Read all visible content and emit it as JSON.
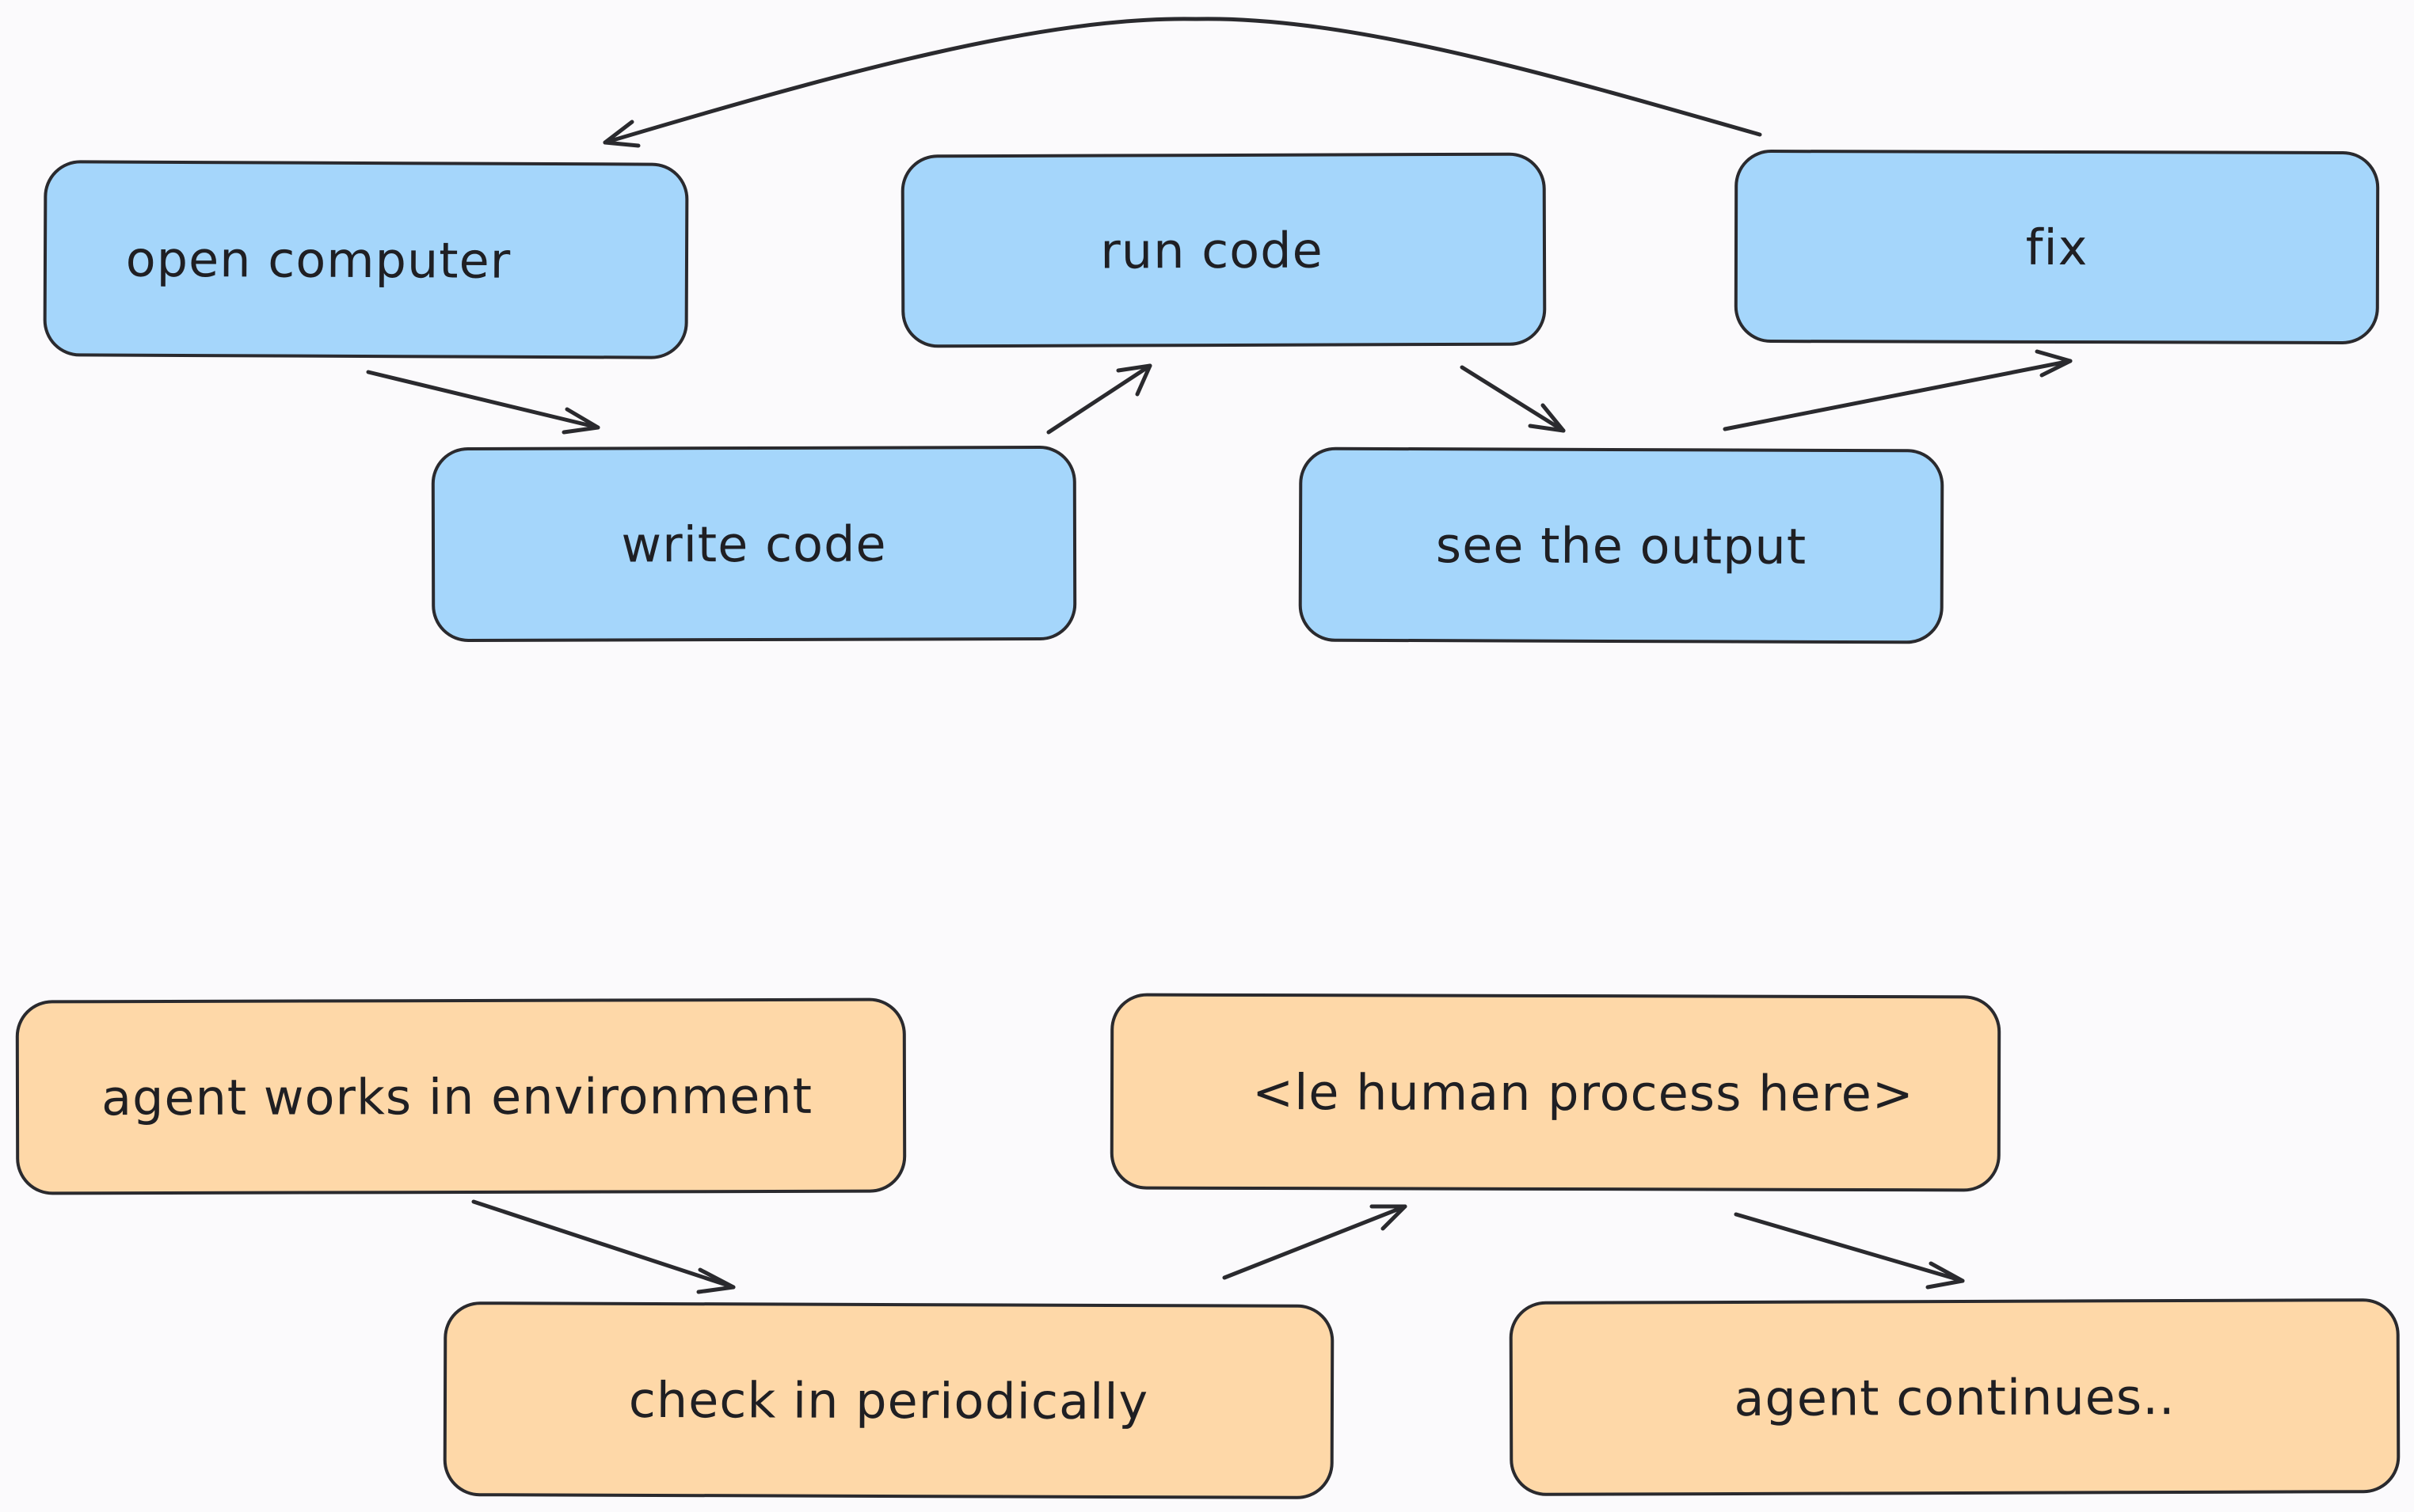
{
  "colors": {
    "background": "#fbfafc",
    "blue_box": "#a5d6fb",
    "orange_box": "#fed8a8",
    "stroke": "#2a2a2e",
    "text": "#1f1f23"
  },
  "top_flow": {
    "boxes": [
      {
        "id": "open_computer",
        "label": "open computer"
      },
      {
        "id": "write_code",
        "label": "write code"
      },
      {
        "id": "run_code",
        "label": "run code"
      },
      {
        "id": "see_output",
        "label": "see the output"
      },
      {
        "id": "fix",
        "label": "fix"
      }
    ],
    "edges": [
      {
        "from": "open_computer",
        "to": "write_code"
      },
      {
        "from": "write_code",
        "to": "run_code"
      },
      {
        "from": "run_code",
        "to": "see_output"
      },
      {
        "from": "see_output",
        "to": "fix"
      },
      {
        "from": "fix",
        "to": "open_computer"
      }
    ]
  },
  "bottom_flow": {
    "boxes": [
      {
        "id": "agent_works",
        "label": "agent works in environment"
      },
      {
        "id": "check_in",
        "label": "check in periodically"
      },
      {
        "id": "human_process",
        "label": "<le human process here>"
      },
      {
        "id": "agent_continues",
        "label": "agent continues.."
      }
    ],
    "edges": [
      {
        "from": "agent_works",
        "to": "check_in"
      },
      {
        "from": "check_in",
        "to": "human_process"
      },
      {
        "from": "human_process",
        "to": "agent_continues"
      }
    ]
  }
}
